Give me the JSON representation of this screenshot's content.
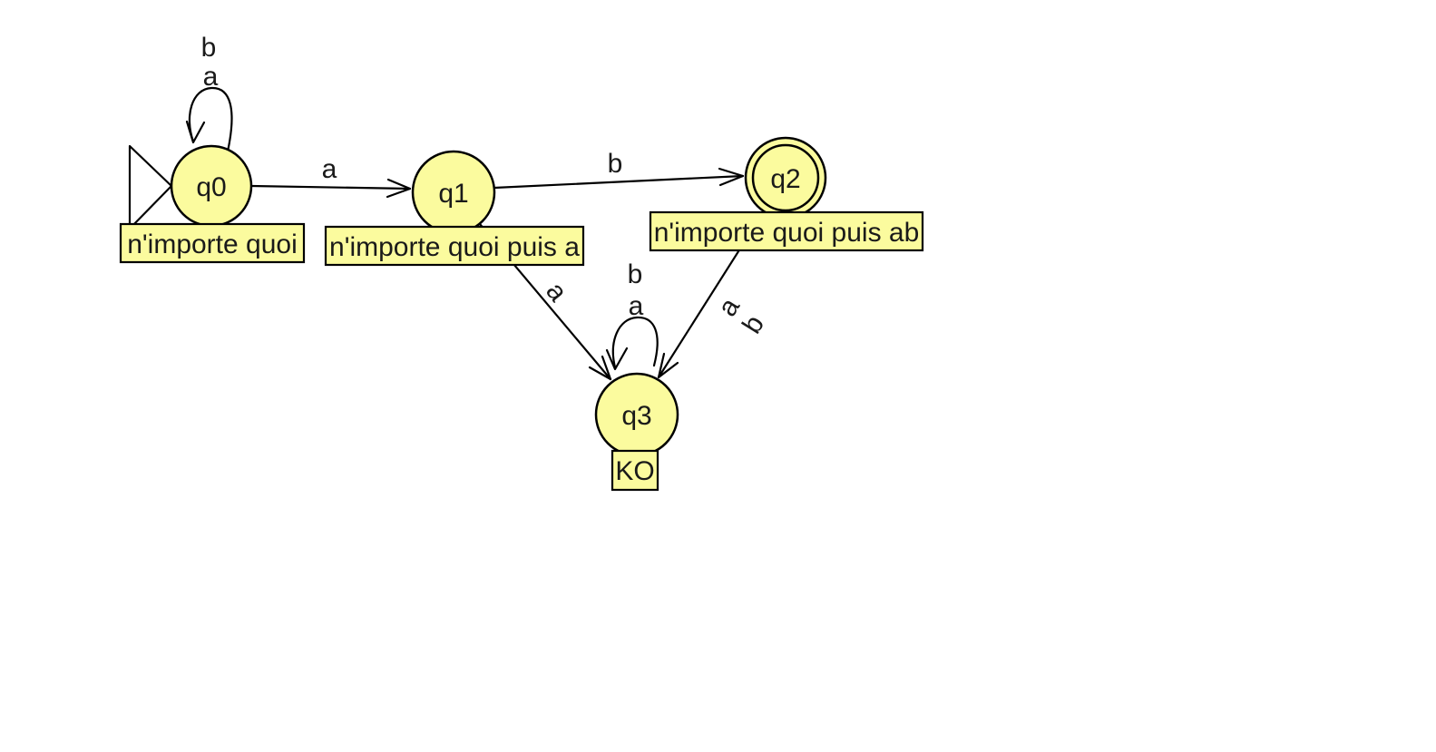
{
  "diagram": {
    "kind": "finite-automaton",
    "states": [
      {
        "id": "q0",
        "label": "q0",
        "initial": true,
        "accepting": false,
        "annotation": "n'importe quoi"
      },
      {
        "id": "q1",
        "label": "q1",
        "initial": false,
        "accepting": false,
        "annotation": "n'importe quoi puis a"
      },
      {
        "id": "q2",
        "label": "q2",
        "initial": false,
        "accepting": true,
        "annotation": "n'importe quoi puis ab"
      },
      {
        "id": "q3",
        "label": "q3",
        "initial": false,
        "accepting": false,
        "annotation": "KO"
      }
    ],
    "transitions": [
      {
        "from": "q0",
        "to": "q0",
        "symbols": [
          "b",
          "a"
        ]
      },
      {
        "from": "q0",
        "to": "q1",
        "symbols": [
          "a"
        ]
      },
      {
        "from": "q1",
        "to": "q2",
        "symbols": [
          "b"
        ]
      },
      {
        "from": "q1",
        "to": "q3",
        "symbols": [
          "a"
        ]
      },
      {
        "from": "q2",
        "to": "q3",
        "symbols": [
          "a",
          "b"
        ]
      },
      {
        "from": "q3",
        "to": "q3",
        "symbols": [
          "b",
          "a"
        ]
      }
    ],
    "colors": {
      "state_fill": "#FBFB9E",
      "stroke": "#000000",
      "text": "#1A1A1A",
      "background": "#FFFFFF"
    }
  }
}
